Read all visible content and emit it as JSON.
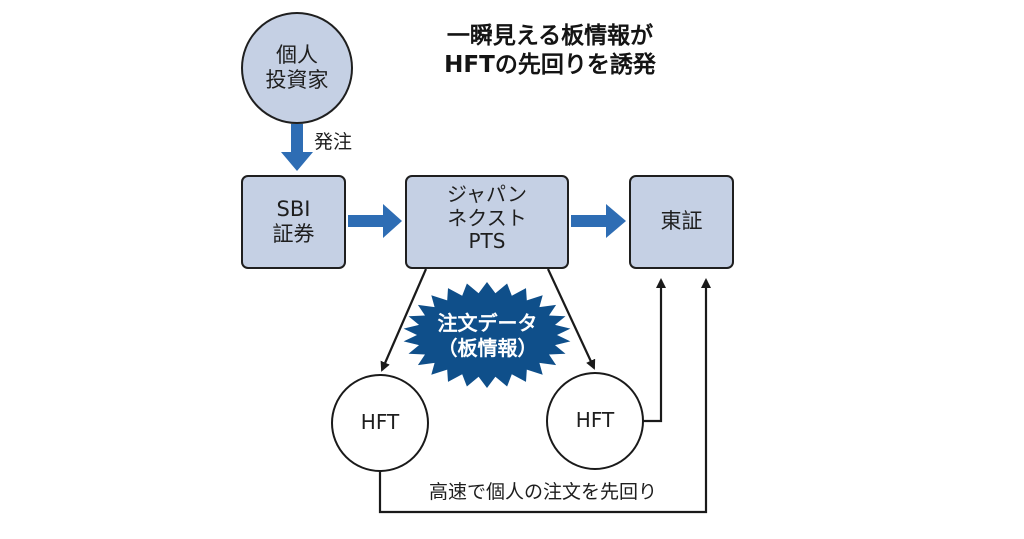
{
  "title": {
    "line1": "一瞬見える板情報が",
    "line2": "HFTの先回りを誘発"
  },
  "nodes": {
    "investor": {
      "line1": "個人",
      "line2": "投資家"
    },
    "order_label": "発注",
    "sbi": {
      "line1": "SBI",
      "line2": "証券"
    },
    "pts": {
      "line1": "ジャパン",
      "line2": "ネクスト",
      "line3": "PTS"
    },
    "tse": {
      "label": "東証"
    },
    "burst": {
      "line1": "注文データ",
      "line2": "（板情報）"
    },
    "hft_left": {
      "label": "HFT"
    },
    "hft_right": {
      "label": "HFT"
    },
    "frontrun_label": "高速で個人の注文を先回り"
  },
  "colors": {
    "box_fill": "#c5d0e4",
    "arrow_blue": "#2e6db4",
    "burst_blue": "#0f4f8a",
    "line": "#1a1a1a"
  }
}
